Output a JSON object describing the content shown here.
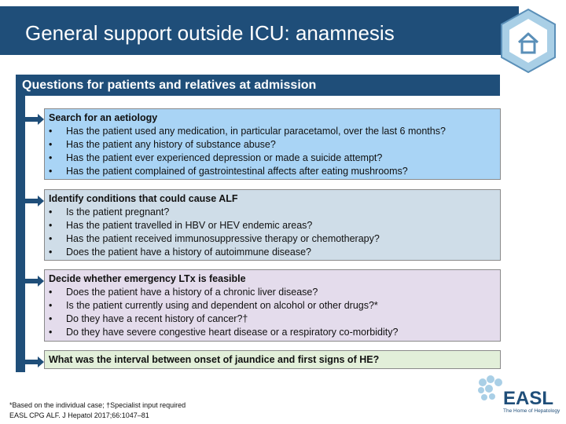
{
  "title": "General support outside ICU: anamnesis",
  "section_header": "Questions for patients and relatives at admission",
  "boxes": [
    {
      "heading": "Search for an aetiology",
      "color": "#a9d4f5",
      "items": [
        "Has the patient used any medication, in particular paracetamol, over the last 6 months?",
        "Has the patient any history of substance abuse?",
        "Has the patient ever experienced depression or made a suicide attempt?",
        "Has the patient complained of gastrointestinal affects after eating mushrooms?"
      ]
    },
    {
      "heading": "Identify conditions that could cause ALF",
      "color": "#cfdde8",
      "items": [
        "Is the patient pregnant?",
        "Has the patient travelled in HBV or HEV endemic areas?",
        "Has the patient received immunosuppressive therapy or chemotherapy?",
        "Does the patient have a history of autoimmune disease?"
      ]
    },
    {
      "heading": "Decide whether emergency LTx is feasible",
      "color": "#e4dcec",
      "items": [
        "Does the patient have a history of a chronic liver disease?",
        "Is the patient currently using and dependent on alcohol or other drugs?*",
        "Do they have a recent history of cancer?†",
        "Do they have severe congestive heart disease or a respiratory co-morbidity?"
      ]
    }
  ],
  "question_box": {
    "text": "What was the interval between onset of jaundice and first signs of HE?",
    "color": "#e2efd9"
  },
  "bullet": "•",
  "footnote": {
    "line1": "*Based on the individual case; †Specialist input required",
    "line2": "EASL CPG ALF. J Hepatol 2017;66:1047–81"
  },
  "logo": {
    "name": "EASL",
    "tagline": "The Home of Hepatology"
  },
  "colors": {
    "brand_blue": "#1f4e79",
    "light_blue": "#a9d4f5"
  }
}
